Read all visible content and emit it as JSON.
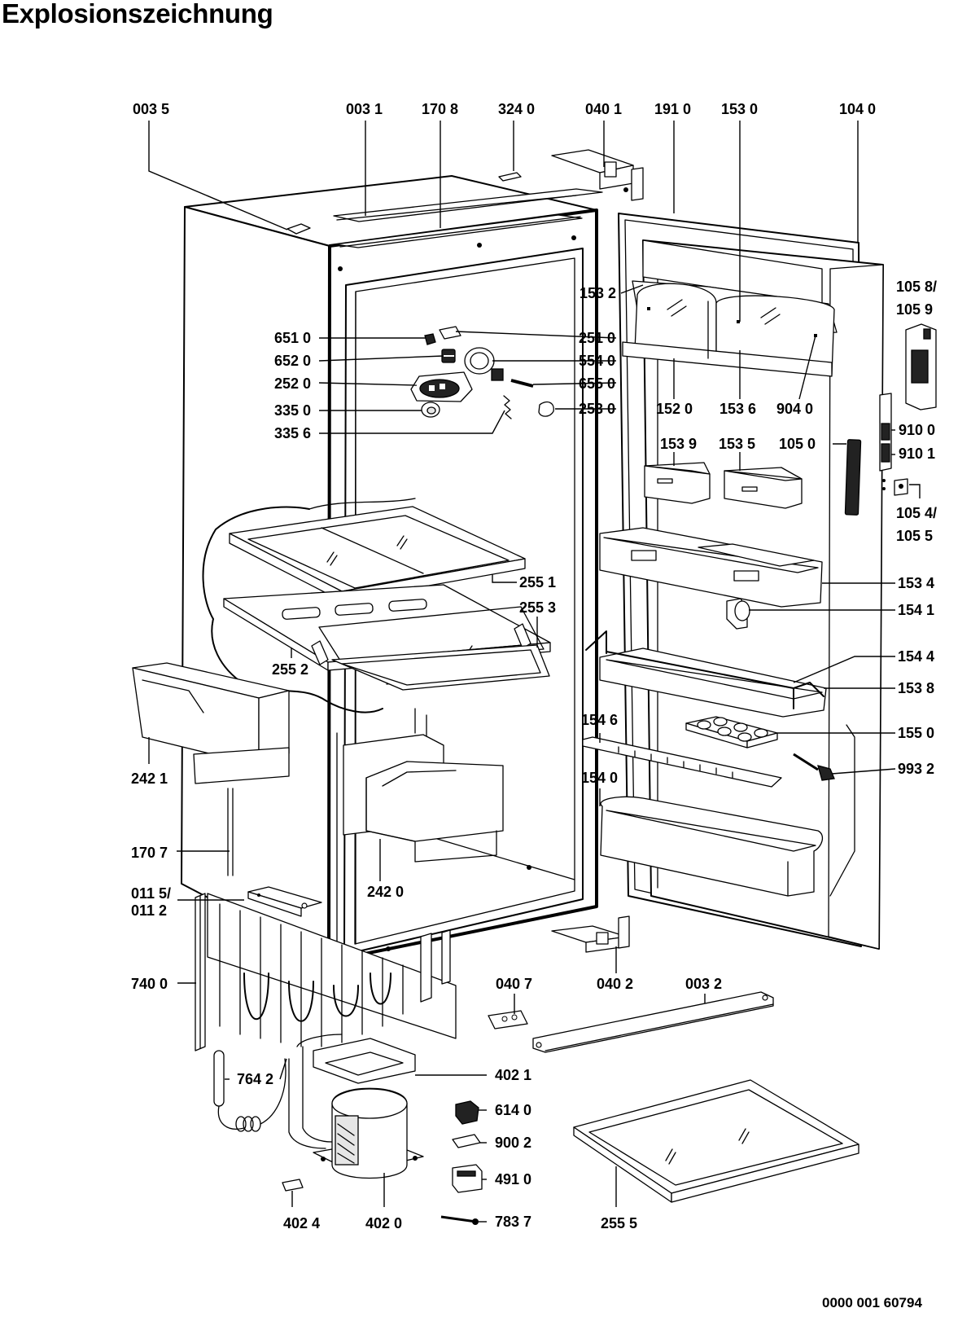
{
  "title": "Explosionszeichnung",
  "doc_number": "0000 001 60794",
  "callouts": [
    "003 5",
    "003 1",
    "170 8",
    "324 0",
    "040 1",
    "191 0",
    "153 0",
    "104 0",
    "105 8/",
    "105 9",
    "153 2",
    "651 0",
    "251 0",
    "652 0",
    "554 0",
    "252 0",
    "655 0",
    "335 0",
    "253 0",
    "335 6",
    "152 0",
    "153 6",
    "904 0",
    "910 0",
    "153 9",
    "153 5",
    "105 0",
    "910 1",
    "105 4/",
    "105 5",
    "255 1",
    "153 4",
    "255 3",
    "154 1",
    "255 2",
    "154 4",
    "153 8",
    "154 6",
    "155 0",
    "242 1",
    "993 2",
    "154 0",
    "170 7",
    "011 5/",
    "011 2",
    "242 0",
    "740 0",
    "040 7",
    "040 2",
    "003 2",
    "764 2",
    "402 1",
    "614 0",
    "900 2",
    "491 0",
    "402 4",
    "402 0",
    "783 7",
    "255 5"
  ]
}
